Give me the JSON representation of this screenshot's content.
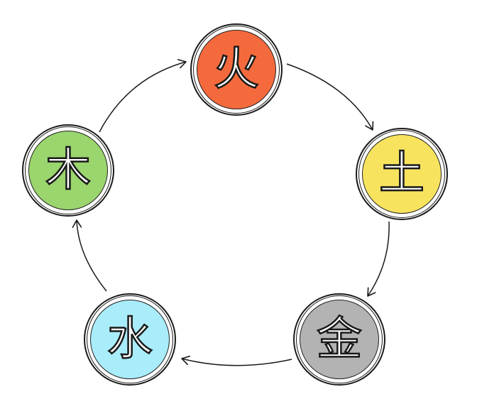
{
  "elements": [
    {
      "id": "fire",
      "glyph": "火",
      "color": "#f46a3d"
    },
    {
      "id": "earth",
      "glyph": "土",
      "color": "#f8e35e"
    },
    {
      "id": "metal",
      "glyph": "金",
      "color": "#b3b3b3"
    },
    {
      "id": "water",
      "glyph": "水",
      "color": "#a9ecfa"
    },
    {
      "id": "wood",
      "glyph": "木",
      "color": "#9ad56d"
    }
  ],
  "cycle_edges": [
    {
      "from": "wood",
      "to": "fire"
    },
    {
      "from": "fire",
      "to": "earth"
    },
    {
      "from": "earth",
      "to": "metal"
    },
    {
      "from": "metal",
      "to": "water"
    },
    {
      "from": "water",
      "to": "wood"
    }
  ]
}
